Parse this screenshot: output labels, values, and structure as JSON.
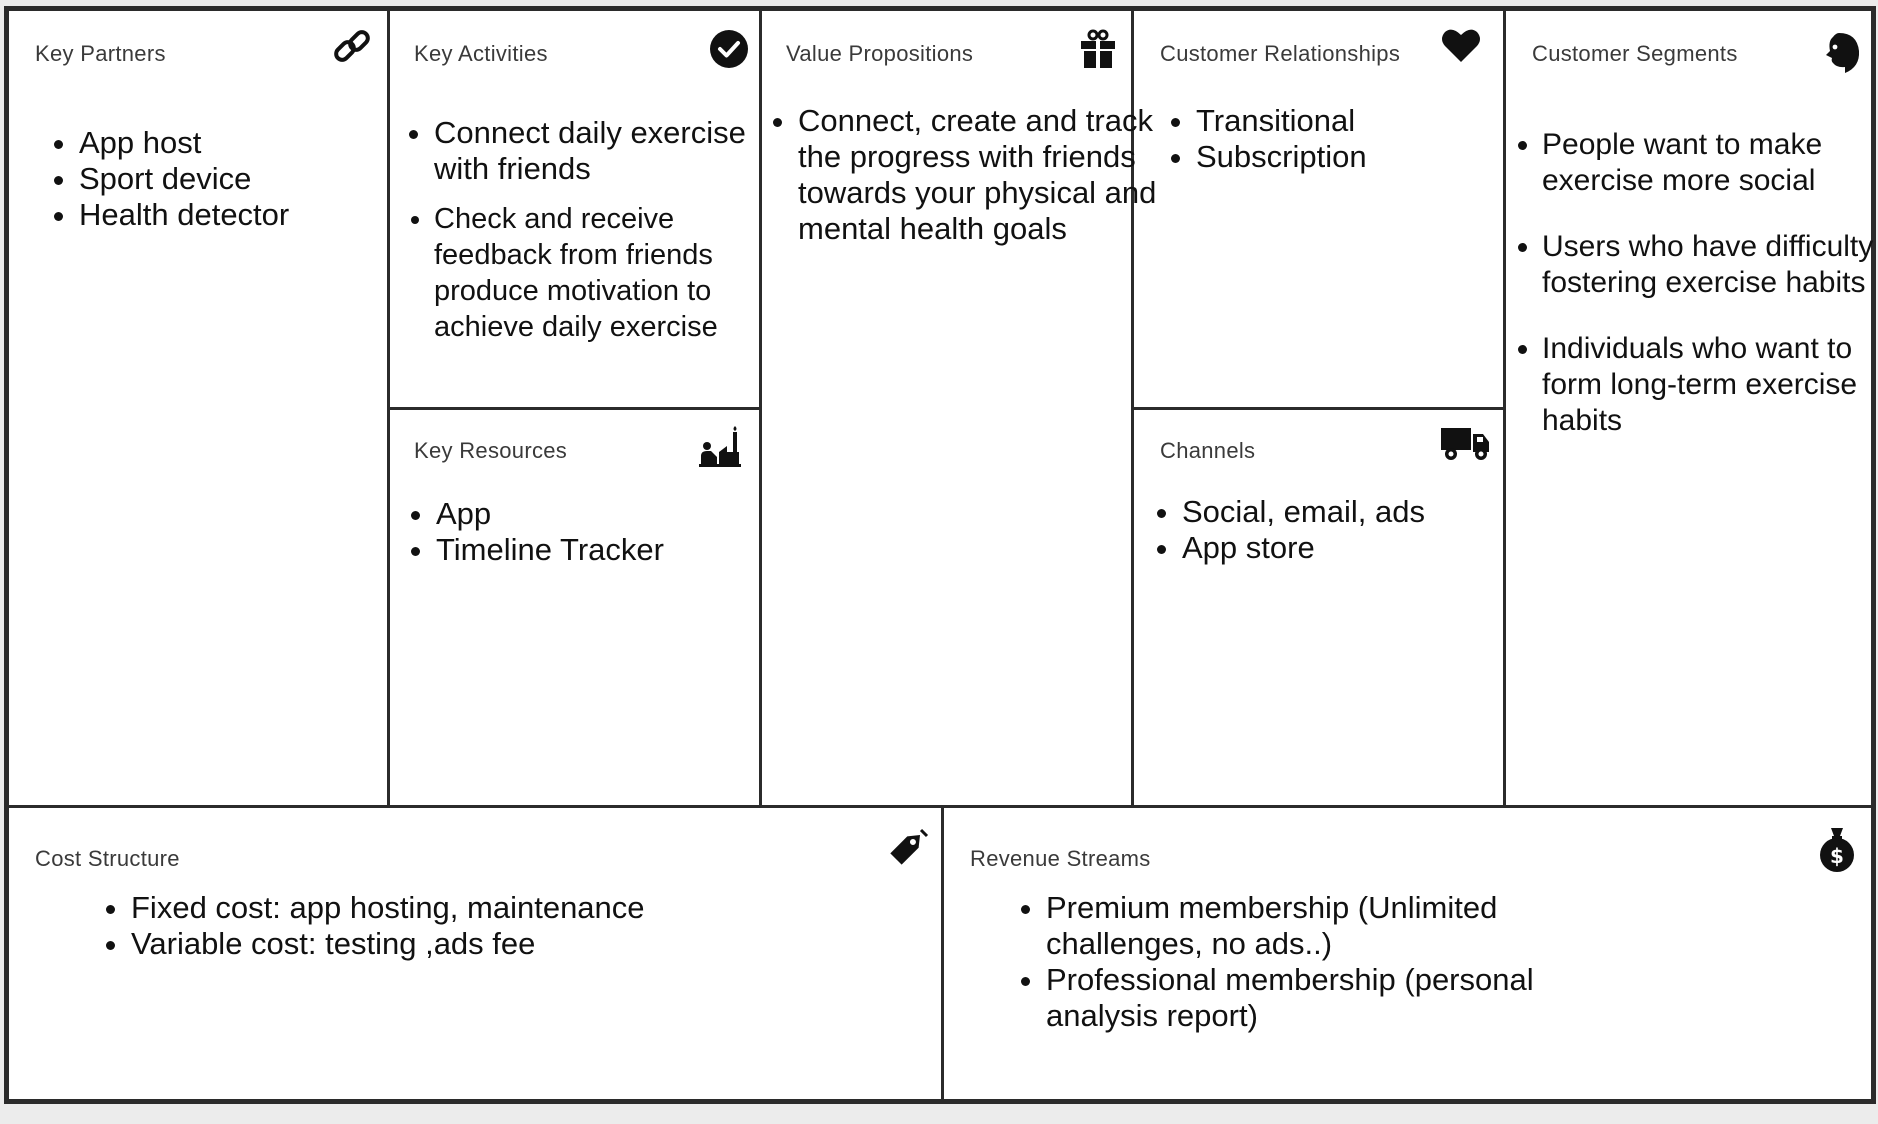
{
  "key_partners": {
    "title": "Key Partners",
    "icon": "link-icon",
    "items": [
      "App host",
      "Sport device",
      "Health detector"
    ]
  },
  "key_activities": {
    "title": "Key Activities",
    "icon": "check-circle-icon",
    "items": [
      "Connect daily exercise with friends",
      "Check and receive feedback from friends produce motivation to achieve daily exercise"
    ]
  },
  "key_resources": {
    "title": "Key Resources",
    "icon": "factory-worker-icon",
    "items": [
      "App",
      "Timeline Tracker"
    ]
  },
  "value_propositions": {
    "title": "Value Propositions",
    "icon": "gift-icon",
    "items": [
      "Connect, create and track the progress with friends towards your physical and mental health goals"
    ]
  },
  "customer_relationships": {
    "title": "Customer Relationships",
    "icon": "heart-icon",
    "items": [
      "Transitional",
      "Subscription"
    ]
  },
  "channels": {
    "title": "Channels",
    "icon": "truck-icon",
    "items": [
      "Social, email, ads",
      "App store"
    ]
  },
  "customer_segments": {
    "title": "Customer Segments",
    "icon": "person-head-icon",
    "items": [
      "People want to make exercise more social",
      "Users who have difficulty fostering exercise habits",
      "Individuals who want to form long-term exercise habits"
    ]
  },
  "cost_structure": {
    "title": "Cost Structure",
    "icon": "price-tag-icon",
    "items": [
      "Fixed cost: app hosting, maintenance",
      "Variable cost: testing ,ads fee"
    ]
  },
  "revenue_streams": {
    "title": "Revenue Streams",
    "icon": "money-bag-icon",
    "items": [
      "Premium membership (Unlimited challenges, no ads..)",
      "Professional membership (personal analysis report)"
    ]
  }
}
